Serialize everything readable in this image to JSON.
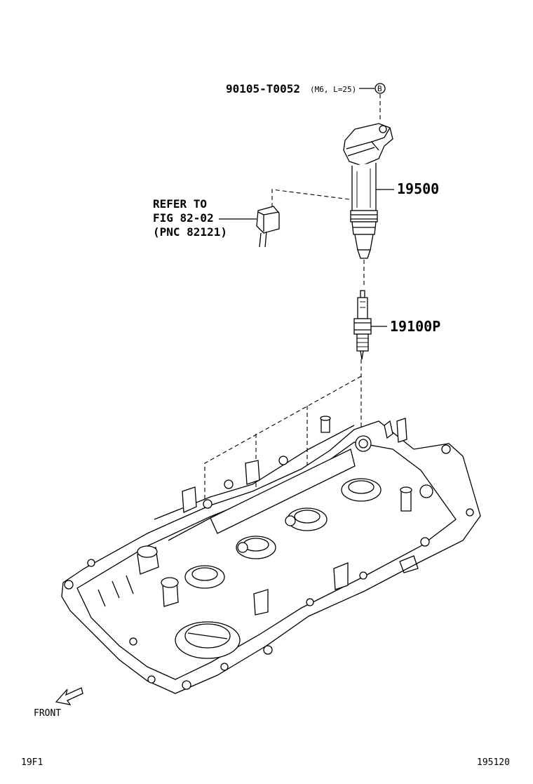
{
  "callouts": {
    "bolt": {
      "part_no": "90105-T0052",
      "spec": "(M6, L=25)",
      "ref_mark": "B"
    },
    "coil": {
      "part_no": "19500"
    },
    "plug": {
      "part_no": "19100P"
    },
    "refer": {
      "line1": "REFER TO",
      "line2": "FIG 82-02",
      "line3": "(PNC 82121)"
    }
  },
  "front_label": "FRONT",
  "footer": {
    "left": "19F1",
    "right": "195120"
  }
}
